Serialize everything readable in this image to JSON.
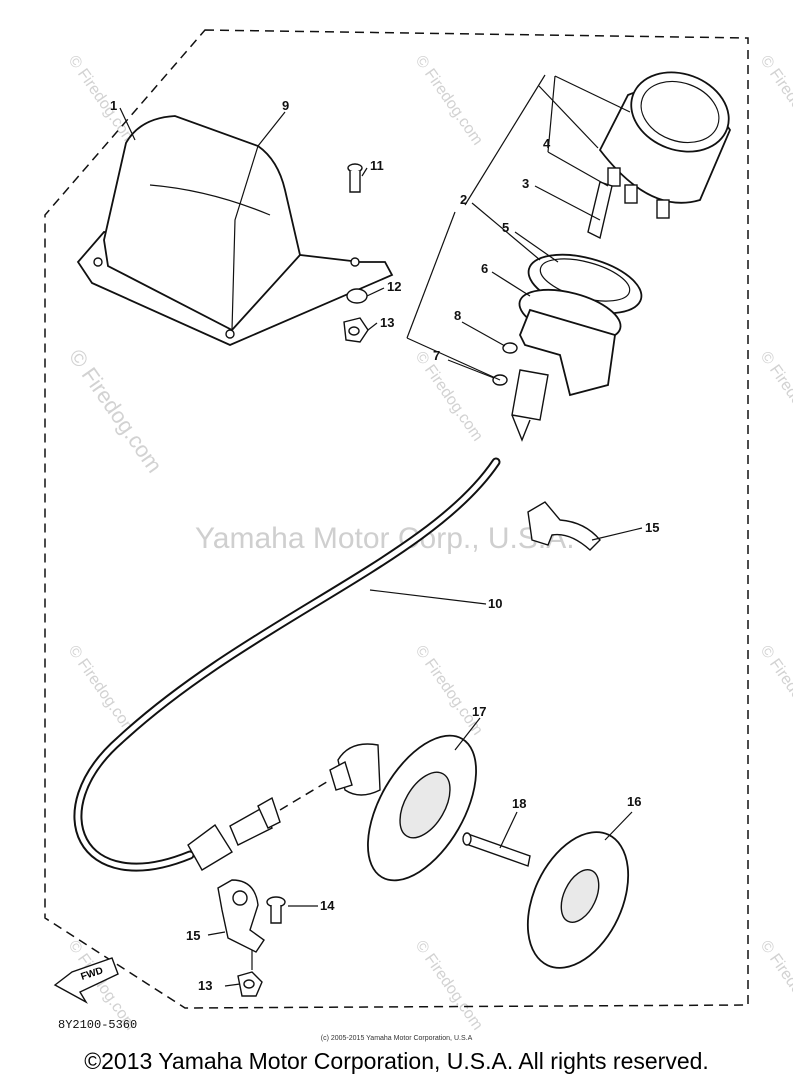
{
  "diagram": {
    "watermark_center": "Yamaha Motor Corp., U.S.A.",
    "watermark_repeat": "© Firedog.com",
    "drawing_code": "8Y2100-5360",
    "fwd_label": "FWD",
    "small_copyright": "(c) 2005-2015 Yamaha Motor Corporation, U.S.A",
    "footer": "©2013 Yamaha Motor Corporation, U.S.A. All rights reserved."
  },
  "parts": [
    {
      "id": "p1",
      "number": "1"
    },
    {
      "id": "p2",
      "number": "2"
    },
    {
      "id": "p3",
      "number": "3"
    },
    {
      "id": "p4",
      "number": "4"
    },
    {
      "id": "p5",
      "number": "5"
    },
    {
      "id": "p6",
      "number": "6"
    },
    {
      "id": "p7",
      "number": "7"
    },
    {
      "id": "p8",
      "number": "8"
    },
    {
      "id": "p9",
      "number": "9"
    },
    {
      "id": "p10",
      "number": "10"
    },
    {
      "id": "p11",
      "number": "11"
    },
    {
      "id": "p12",
      "number": "12"
    },
    {
      "id": "p13a",
      "number": "13"
    },
    {
      "id": "p13b",
      "number": "13"
    },
    {
      "id": "p14",
      "number": "14"
    },
    {
      "id": "p15a",
      "number": "15"
    },
    {
      "id": "p15b",
      "number": "15"
    },
    {
      "id": "p16",
      "number": "16"
    },
    {
      "id": "p17",
      "number": "17"
    },
    {
      "id": "p18",
      "number": "18"
    }
  ]
}
